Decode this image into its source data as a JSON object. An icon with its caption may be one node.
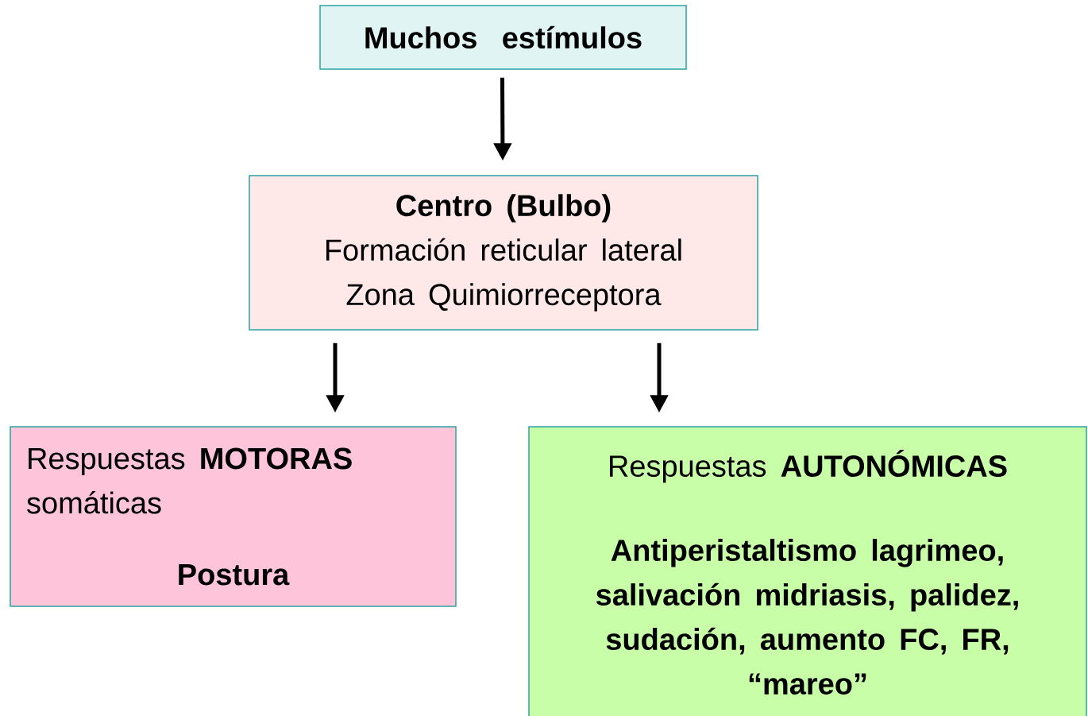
{
  "diagram": {
    "nodes": [
      {
        "text": [
          "Muchos estímulos"
        ]
      },
      {
        "text": [
          "Centro (Bulbo)",
          "Formación reticular lateral Zona Quimiorreceptora"
        ]
      },
      {
        "text": [
          "Respuestas **MOTORAS** somáticas",
          "Postura"
        ]
      },
      {
        "text": [
          "Respuestas **AUTONÓMICAS**",
          "Antiperistaltismo lagrimeo, salivación midriasis, palidez, sudación, aumento FC, FR, “mareo”"
        ]
      }
    ],
    "edges": [
      {
        "from": 0,
        "to": 1,
        "arrow": "to"
      },
      {
        "from": 1,
        "to": 2,
        "arrow": "to"
      },
      {
        "from": 1,
        "to": 3,
        "arrow": "to"
      }
    ]
  }
}
